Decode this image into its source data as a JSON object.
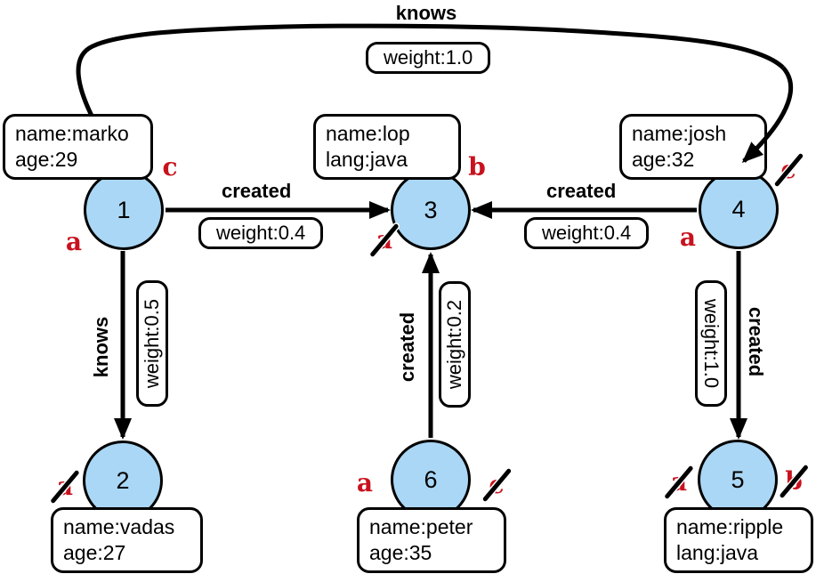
{
  "diagram": {
    "kind": "property-graph",
    "colors": {
      "node_fill": "#AAD7F5",
      "node_stroke": "#000000",
      "edge_color": "#000000",
      "marker_red": "#C8121E",
      "box_background": "#FFFFFF"
    }
  },
  "nodes": [
    {
      "id": "1",
      "props": [
        "name:marko",
        "age:29"
      ]
    },
    {
      "id": "3",
      "props": [
        "name:lop",
        "lang:java"
      ]
    },
    {
      "id": "4",
      "props": [
        "name:josh",
        "age:32"
      ]
    },
    {
      "id": "2",
      "props": [
        "name:vadas",
        "age:27"
      ]
    },
    {
      "id": "6",
      "props": [
        "name:peter",
        "age:35"
      ]
    },
    {
      "id": "5",
      "props": [
        "name:ripple",
        "lang:java"
      ]
    }
  ],
  "edges": [
    {
      "from": "1",
      "to": "3",
      "label": "created",
      "weight": "weight:0.4"
    },
    {
      "from": "4",
      "to": "3",
      "label": "created",
      "weight": "weight:0.4"
    },
    {
      "from": "1",
      "to": "2",
      "label": "knows",
      "weight": "weight:0.5"
    },
    {
      "from": "6",
      "to": "3",
      "label": "created",
      "weight": "weight:0.2"
    },
    {
      "from": "4",
      "to": "5",
      "label": "created",
      "weight": "weight:1.0"
    },
    {
      "from": "1",
      "to": "4",
      "label": "knows",
      "weight": "weight:1.0"
    }
  ],
  "markers": [
    {
      "letter": "c",
      "node": "1",
      "struck": false
    },
    {
      "letter": "a",
      "node": "1",
      "struck": false
    },
    {
      "letter": "b",
      "node": "3",
      "struck": false
    },
    {
      "letter": "a",
      "node": "3",
      "struck": true
    },
    {
      "letter": "c",
      "node": "4",
      "struck": true
    },
    {
      "letter": "a",
      "node": "4",
      "struck": false
    },
    {
      "letter": "a",
      "node": "2",
      "struck": true
    },
    {
      "letter": "a",
      "node": "6",
      "struck": false
    },
    {
      "letter": "c",
      "node": "6",
      "struck": true
    },
    {
      "letter": "a",
      "node": "5",
      "struck": true
    },
    {
      "letter": "b",
      "node": "5",
      "struck": true
    }
  ]
}
